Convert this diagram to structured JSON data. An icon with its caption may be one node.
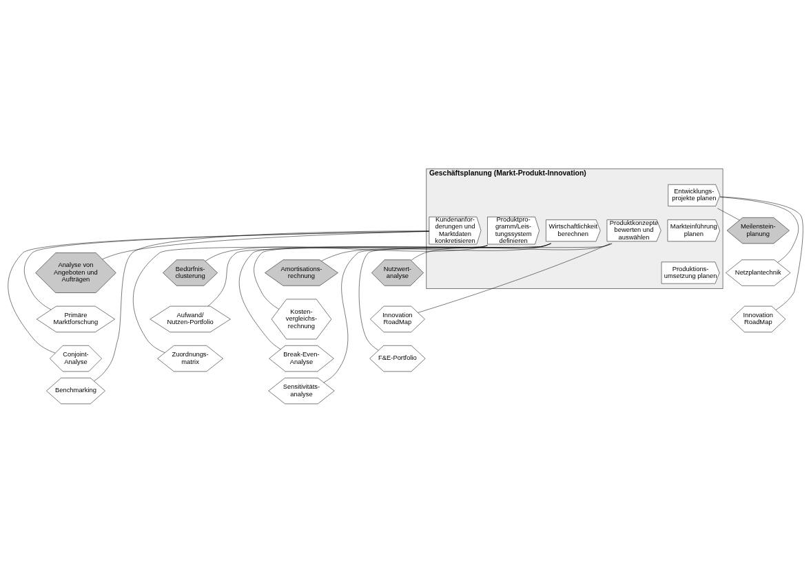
{
  "diagram": {
    "nodes": [
      {
        "text": [
          "Geschäftsplanung (Markt-Produkt-Innovation)"
        ]
      },
      {
        "text": [
          "Kundenanfor- derungen und Marktdaten konkretisieren"
        ],
        "in": 0
      },
      {
        "text": [
          "Produktpro- gramm/Leis- tungssystem definieren"
        ],
        "in": 0
      },
      {
        "text": [
          "Entwicklungs- projekte planen"
        ],
        "in": 0
      },
      {
        "text": [
          "Markteinführung planen"
        ],
        "in": 0
      },
      {
        "text": [
          "Produktions- umsetzung planen"
        ],
        "in": 0
      },
      {
        "text": [
          "Wirtschaftlichkeit berechnen"
        ],
        "in": 0
      },
      {
        "text": [
          "Produktkonzepte bewerten und auswählen"
        ],
        "in": 0
      },
      {
        "text": [
          "Analyse von Angeboten und Aufträgen"
        ]
      },
      {
        "text": [
          "Primäre Marktforschung"
        ]
      },
      {
        "text": [
          "Conjoint- Analyse"
        ]
      },
      {
        "text": [
          "Benchmarking"
        ]
      },
      {
        "text": [
          "Bedürfnis- clusterung"
        ]
      },
      {
        "text": [
          "Aufwand/ Nutzen-Portfolio"
        ]
      },
      {
        "text": [
          "Zuordnungs- matrix"
        ]
      },
      {
        "text": [
          "Meilenstein- planung"
        ]
      },
      {
        "text": [
          "Netzplantechnik"
        ]
      },
      {
        "text": [
          "Innovation RoadMap"
        ]
      },
      {
        "text": [
          "Amortisations- rechnung"
        ]
      },
      {
        "text": [
          "Kosten- vergleichs- rechnung"
        ]
      },
      {
        "text": [
          "Break-Even- Analyse"
        ]
      },
      {
        "text": [
          "Sensitivitäts- analyse"
        ]
      },
      {
        "text": [
          "Nutzwert- analyse"
        ]
      },
      {
        "text": [
          "Innovation RoadMap"
        ]
      },
      {
        "text": [
          "F&E-Portfolio"
        ]
      }
    ],
    "edges": [
      {
        "from": 1,
        "to": 8,
        "arrow": "none"
      },
      {
        "from": 1,
        "to": 9,
        "arrow": "none"
      },
      {
        "from": 1,
        "to": 10,
        "arrow": "none"
      },
      {
        "from": 1,
        "to": 11,
        "arrow": "none"
      },
      {
        "from": 2,
        "to": 12,
        "arrow": "none"
      },
      {
        "from": 2,
        "to": 13,
        "arrow": "none"
      },
      {
        "from": 2,
        "to": 14,
        "arrow": "none"
      },
      {
        "from": 3,
        "to": 15,
        "arrow": "none"
      },
      {
        "from": 3,
        "to": 16,
        "arrow": "none"
      },
      {
        "from": 3,
        "to": 17,
        "arrow": "none"
      },
      {
        "from": 6,
        "to": 18,
        "arrow": "none"
      },
      {
        "from": 6,
        "to": 19,
        "arrow": "none"
      },
      {
        "from": 6,
        "to": 20,
        "arrow": "none"
      },
      {
        "from": 6,
        "to": 21,
        "arrow": "none"
      },
      {
        "from": 7,
        "to": 22,
        "arrow": "none"
      },
      {
        "from": 7,
        "to": 23,
        "arrow": "none"
      },
      {
        "from": 7,
        "to": 24,
        "arrow": "none"
      }
    ]
  }
}
